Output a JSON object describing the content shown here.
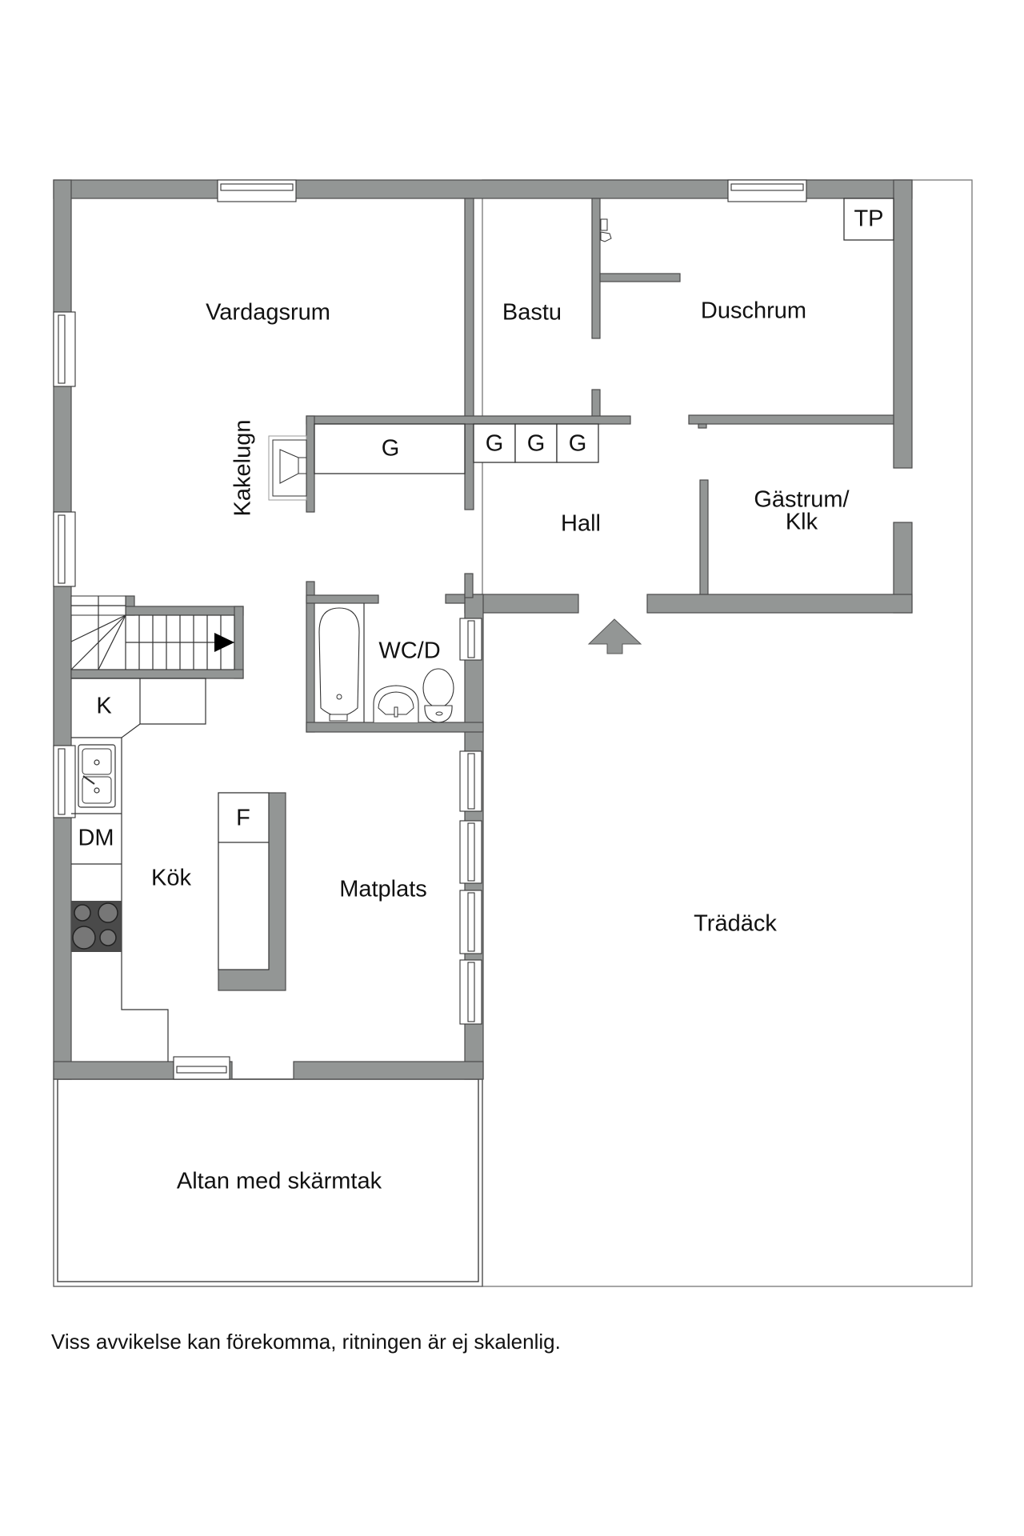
{
  "floorplan": {
    "rooms": {
      "vardagsrum": "Vardagsrum",
      "bastu": "Bastu",
      "duschrum": "Duschrum",
      "tp": "TP",
      "kakelugn": "Kakelugn",
      "garderob_1": "G",
      "garderob_2": "G",
      "garderob_3": "G",
      "garderob_4": "G",
      "hall": "Hall",
      "gastrum_line1": "Gästrum/",
      "gastrum_line2": "Klk",
      "wc": "WC/D",
      "k": "K",
      "dm": "DM",
      "kok": "Kök",
      "f": "F",
      "matplats": "Matplats",
      "tradack": "Trädäck",
      "altan": "Altan med skärmtak"
    },
    "icons": {
      "entrance": "entrance-arrow-icon",
      "stairs": "stairs-direction-arrow-icon",
      "stove": "stove-icon",
      "sink": "kitchen-sink-icon",
      "bathtub": "bathtub-icon",
      "washbasin": "washbasin-icon",
      "toilet": "toilet-icon",
      "shower": "shower-icon",
      "fireplace": "tiled-stove-icon"
    },
    "colors": {
      "wall": "#939695",
      "stove": "#4a4a4a"
    }
  },
  "footer": {
    "disclaimer": "Viss avvikelse kan förekomma, ritningen är ej skalenlig."
  }
}
